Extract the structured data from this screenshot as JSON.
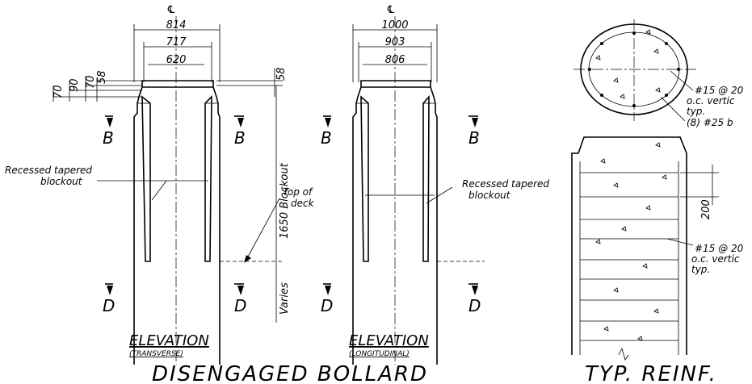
{
  "left_elevation": {
    "centerline": "℄",
    "widths": [
      "814",
      "717",
      "620"
    ],
    "small_dims": [
      "70",
      "90",
      "70",
      "58"
    ],
    "right_dim": "58",
    "height_dim": "1650 Blockout",
    "varies": "Varies",
    "section_B_left": "B",
    "section_B_right": "B",
    "section_D_left": "D",
    "section_D_right": "D",
    "blockout_label_1": "Recessed tapered",
    "blockout_label_2": "blockout",
    "deck_label_1": "Top of",
    "deck_label_2": "deck",
    "title": "ELEVATION",
    "subtitle": "(TRANSVERSE)"
  },
  "right_elevation": {
    "centerline": "℄",
    "widths": [
      "1000",
      "903",
      "806"
    ],
    "section_B_left": "B",
    "section_B_right": "B",
    "section_D_left": "D",
    "section_D_right": "D",
    "blockout_label_1": "Recessed tapered",
    "blockout_label_2": "blockout",
    "title": "ELEVATION",
    "subtitle": "(LONGITUDINAL)"
  },
  "reinf": {
    "top_label_1": "#15 @ 20",
    "top_label_2": "o.c. vertic",
    "top_label_3": "typ.",
    "bars_label": "(8) #25 b",
    "spacing": "200",
    "mid_label_1": "#15 @ 20",
    "mid_label_2": "o.c. vertic",
    "mid_label_3": "typ."
  },
  "titles": {
    "main": "DISENGAGED BOLLARD",
    "reinf": "TYP. REINF."
  }
}
